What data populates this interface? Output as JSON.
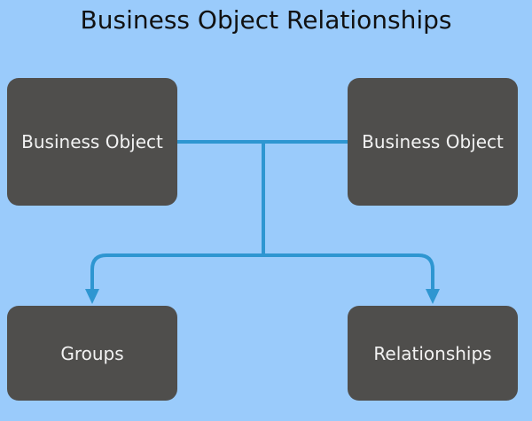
{
  "diagram": {
    "title": "Business Object Relationships",
    "background_color": "#9acbfb",
    "node_fill_color": "#4f4e4c",
    "node_text_color": "#f2f2f2",
    "connector_color": "#2e96d1",
    "title_color": "#111111",
    "nodes": [
      {
        "id": "bo-left",
        "label": "Business Object"
      },
      {
        "id": "bo-right",
        "label": "Business Object"
      },
      {
        "id": "groups",
        "label": "Groups"
      },
      {
        "id": "rels",
        "label": "Relationships"
      }
    ],
    "connectors": [
      {
        "from": "bo-left",
        "to": "bo-right",
        "style": "line",
        "arrow": false
      },
      {
        "from": "bo-left",
        "to": "groups",
        "style": "elbow",
        "arrow": true
      },
      {
        "from": "bo-left",
        "to": "rels",
        "style": "elbow",
        "arrow": true
      }
    ]
  }
}
